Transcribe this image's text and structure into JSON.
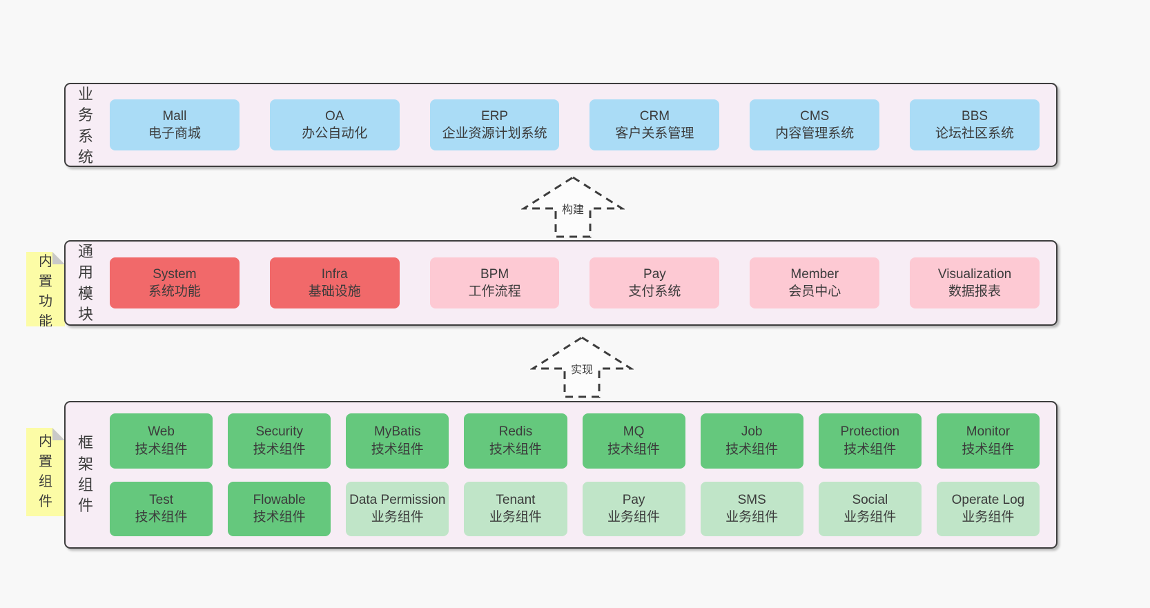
{
  "colors": {
    "page_bg": "#f8f8f8",
    "section_bg": "#f7edf5",
    "section_border": "#3d3d3d",
    "box_blue": "#aadcf6",
    "box_red": "#f1696a",
    "box_pink": "#fdc9d3",
    "box_green": "#65c87d",
    "box_light_green": "#c0e5c8",
    "note_yellow": "#fcfca6",
    "note_fold_gray": "#c9c9c9",
    "text": "#3b3b3b"
  },
  "sections": [
    {
      "label": "业务系统",
      "boxes": [
        {
          "title": "Mall",
          "subtitle": "电子商城"
        },
        {
          "title": "OA",
          "subtitle": "办公自动化"
        },
        {
          "title": "ERP",
          "subtitle": "企业资源计划系统"
        },
        {
          "title": "CRM",
          "subtitle": "客户关系管理"
        },
        {
          "title": "CMS",
          "subtitle": "内容管理系统"
        },
        {
          "title": "BBS",
          "subtitle": "论坛社区系统"
        }
      ]
    },
    {
      "label": "通用模块",
      "note": "内置功能",
      "boxes": [
        {
          "title": "System",
          "subtitle": "系统功能"
        },
        {
          "title": "Infra",
          "subtitle": "基础设施"
        },
        {
          "title": "BPM",
          "subtitle": "工作流程"
        },
        {
          "title": "Pay",
          "subtitle": "支付系统"
        },
        {
          "title": "Member",
          "subtitle": "会员中心"
        },
        {
          "title": "Visualization",
          "subtitle": "数据报表"
        }
      ]
    },
    {
      "label": "框架组件",
      "note": "内置组件",
      "rows": [
        [
          {
            "title": "Web",
            "subtitle": "技术组件"
          },
          {
            "title": "Security",
            "subtitle": "技术组件"
          },
          {
            "title": "MyBatis",
            "subtitle": "技术组件"
          },
          {
            "title": "Redis",
            "subtitle": "技术组件"
          },
          {
            "title": "MQ",
            "subtitle": "技术组件"
          },
          {
            "title": "Job",
            "subtitle": "技术组件"
          },
          {
            "title": "Protection",
            "subtitle": "技术组件"
          },
          {
            "title": "Monitor",
            "subtitle": "技术组件"
          }
        ],
        [
          {
            "title": "Test",
            "subtitle": "技术组件"
          },
          {
            "title": "Flowable",
            "subtitle": "技术组件"
          },
          {
            "title": "Data Permission",
            "subtitle": "业务组件"
          },
          {
            "title": "Tenant",
            "subtitle": "业务组件"
          },
          {
            "title": "Pay",
            "subtitle": "业务组件"
          },
          {
            "title": "SMS",
            "subtitle": "业务组件"
          },
          {
            "title": "Social",
            "subtitle": "业务组件"
          },
          {
            "title": "Operate Log",
            "subtitle": "业务组件"
          }
        ]
      ]
    }
  ],
  "arrows": [
    {
      "label": "构建"
    },
    {
      "label": "实现"
    }
  ]
}
